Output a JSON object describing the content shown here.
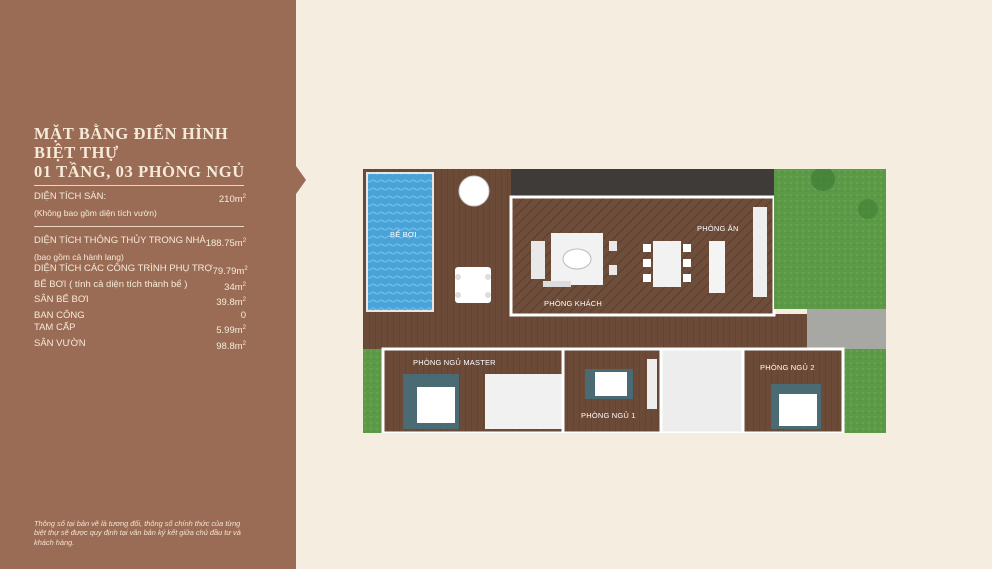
{
  "title": {
    "line1": "MẶT BẰNG ĐIỂN HÌNH",
    "line2": "BIỆT THỰ",
    "line3": "01 TẦNG, 03 PHÒNG NGỦ"
  },
  "specs": {
    "floor_area_label": "DIỆN TÍCH SÀN:",
    "floor_area_value": "210m",
    "floor_area_note": "(Không bao gồm diện tích vườn)",
    "clear_area_label": "DIỆN TÍCH THÔNG THỦY TRONG NHÀ",
    "clear_area_value": "188.75m",
    "clear_area_note": "(bao gồm cả hành lang)",
    "aux_label": "DIỆN TÍCH CÁC CÔNG TRÌNH PHỤ TRỢ",
    "aux_value": "79.79m",
    "pool_label": "BỂ BƠI ( tính cả diện tích thành bể )",
    "pool_value": "34m",
    "pool_deck_label": "SÂN BỂ BƠI",
    "pool_deck_value": "39.8m",
    "balcony_label": "BAN CÔNG",
    "balcony_value": "0",
    "steps_label": "TAM CẤP",
    "steps_value": "5.99m",
    "garden_label": "SÂN VƯỜN",
    "garden_value": "98.8m",
    "unit_sup": "2"
  },
  "footnote": "Thông số tại bản vẽ là tương đối, thông số chính thức của từng biệt thự sẽ được quy định tại văn bản ký kết giữa chủ đầu tư và khách hàng.",
  "plan": {
    "pool_label": "BỂ BƠI",
    "dining_label": "PHÒNG ĂN",
    "living_label": "PHÒNG KHÁCH",
    "master_label": "PHÒNG NGỦ MASTER",
    "bed1_label": "PHÒNG NGỦ 1",
    "bed2_label": "PHÒNG NGỦ 2"
  },
  "colors": {
    "panel": "#9b6c55",
    "background": "#f4ede0",
    "wood": "#6b4a37",
    "pool": "#4aa3d8",
    "grass": "#5c9a48"
  }
}
